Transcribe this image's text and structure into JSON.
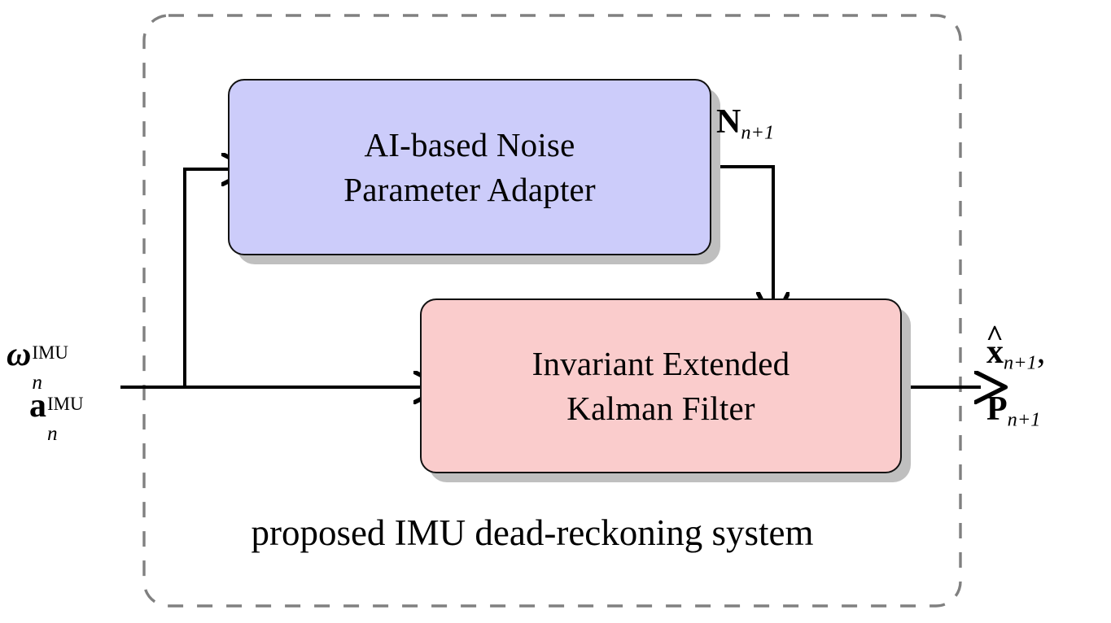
{
  "figure": {
    "caption": "proposed IMU dead-reckoning system",
    "container": {
      "name": "proposed IMU dead-reckoning system",
      "border_style": "dashed",
      "border_color": "#808080"
    },
    "colors": {
      "ai_box_fill": "#ccccfa",
      "iekf_box_fill": "#facccc",
      "box_stroke": "#111111",
      "shadow": "#bfbfbf",
      "dashed_border": "#808080",
      "arrow": "#000000",
      "text": "#000000"
    },
    "blocks": [
      {
        "id": "ai-noise-parameter-adapter",
        "line1": "AI-based Noise",
        "line2": "Parameter Adapter",
        "fill": "#ccccfa"
      },
      {
        "id": "invariant-extended-kalman-filter",
        "line1": "Invariant Extended",
        "line2": "Kalman Filter",
        "fill": "#facccc"
      }
    ],
    "signals": {
      "input_omega": {
        "symbol": "ω",
        "superscript": "IMU",
        "subscript": "n"
      },
      "input_accel": {
        "symbol": "a",
        "superscript": "IMU",
        "subscript": "n"
      },
      "noise_param": {
        "symbol": "N",
        "subscript": "n+1"
      },
      "output_state": {
        "symbol": "x",
        "accent": "hat",
        "subscript": "n+1",
        "trailing": ","
      },
      "output_cov": {
        "symbol": "P",
        "subscript": "n+1"
      }
    },
    "edges": [
      {
        "from": "imu-input",
        "to": "ai-noise-parameter-adapter",
        "label": ""
      },
      {
        "from": "imu-input",
        "to": "invariant-extended-kalman-filter",
        "label": ""
      },
      {
        "from": "ai-noise-parameter-adapter",
        "to": "invariant-extended-kalman-filter",
        "label": "N_{n+1}"
      },
      {
        "from": "invariant-extended-kalman-filter",
        "to": "output",
        "label": ""
      }
    ]
  }
}
